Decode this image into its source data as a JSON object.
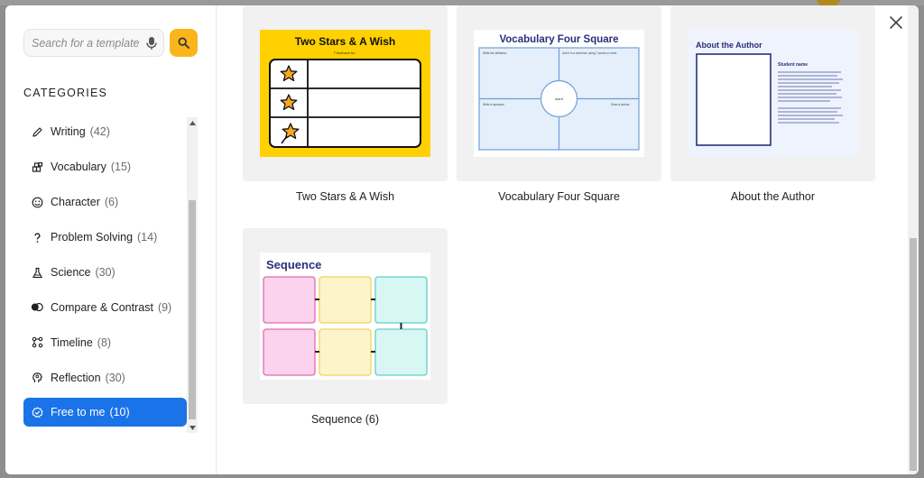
{
  "search": {
    "placeholder": "Search for a template"
  },
  "sidebar": {
    "heading": "CATEGORIES",
    "items": [
      {
        "label": "Writing",
        "count": "(42)",
        "icon": "pencil-icon"
      },
      {
        "label": "Vocabulary",
        "count": "(15)",
        "icon": "blocks-icon"
      },
      {
        "label": "Character",
        "count": "(6)",
        "icon": "smiley-icon"
      },
      {
        "label": "Problem Solving",
        "count": "(14)",
        "icon": "question-icon"
      },
      {
        "label": "Science",
        "count": "(30)",
        "icon": "flask-icon"
      },
      {
        "label": "Compare & Contrast",
        "count": "(9)",
        "icon": "venn-icon"
      },
      {
        "label": "Timeline",
        "count": "(8)",
        "icon": "timeline-icon"
      },
      {
        "label": "Reflection",
        "count": "(30)",
        "icon": "head-icon"
      },
      {
        "label": "Free to me",
        "count": "(10)",
        "icon": "badge-check-icon",
        "active": true
      }
    ]
  },
  "templates": [
    {
      "label": "Two Stars & A Wish",
      "thumb": {
        "title": "Two Stars & A Wish",
        "subtitle": "Feedback for:"
      }
    },
    {
      "label": "Vocabulary Four Square",
      "thumb": {
        "title": "Vocabulary Four Square",
        "center": "word",
        "q1": "Write the definition",
        "q2": "Use it in a sentence using 7 words or more",
        "q3": "Write a synonym",
        "q4": "Draw a picture"
      }
    },
    {
      "label": "About the Author",
      "thumb": {
        "title": "About the Author",
        "name_label": "Student name",
        "lorem": "Lorem ipsum dolor sit amet, consectetur adipiscing elit. Curabitur eget nisi sodales, elementum lorem ut, ultricies sapien. Vestibulum vestibulum nisi pharetra risus."
      }
    },
    {
      "label": "Sequence (6)",
      "thumb": {
        "title": "Sequence"
      }
    }
  ],
  "colors": {
    "accent": "#1a73e8",
    "search_button": "#f9b51b",
    "yellow_bg": "#ffd100",
    "navy": "#2a2f7a"
  }
}
